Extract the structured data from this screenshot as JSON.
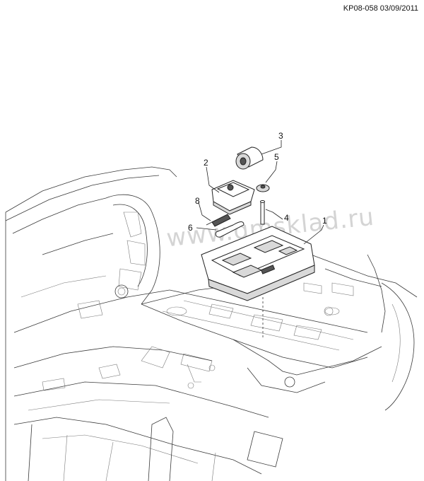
{
  "header": {
    "reference": "KP08-058 03/09/2011"
  },
  "watermark": {
    "text": "www.gmsklad.ru"
  },
  "callouts": [
    {
      "id": "callout-1",
      "label": "1"
    },
    {
      "id": "callout-2",
      "label": "2"
    },
    {
      "id": "callout-3",
      "label": "3"
    },
    {
      "id": "callout-4",
      "label": "4"
    },
    {
      "id": "callout-5",
      "label": "5"
    },
    {
      "id": "callout-6",
      "label": "6"
    },
    {
      "id": "callout-8",
      "label": "8"
    }
  ]
}
